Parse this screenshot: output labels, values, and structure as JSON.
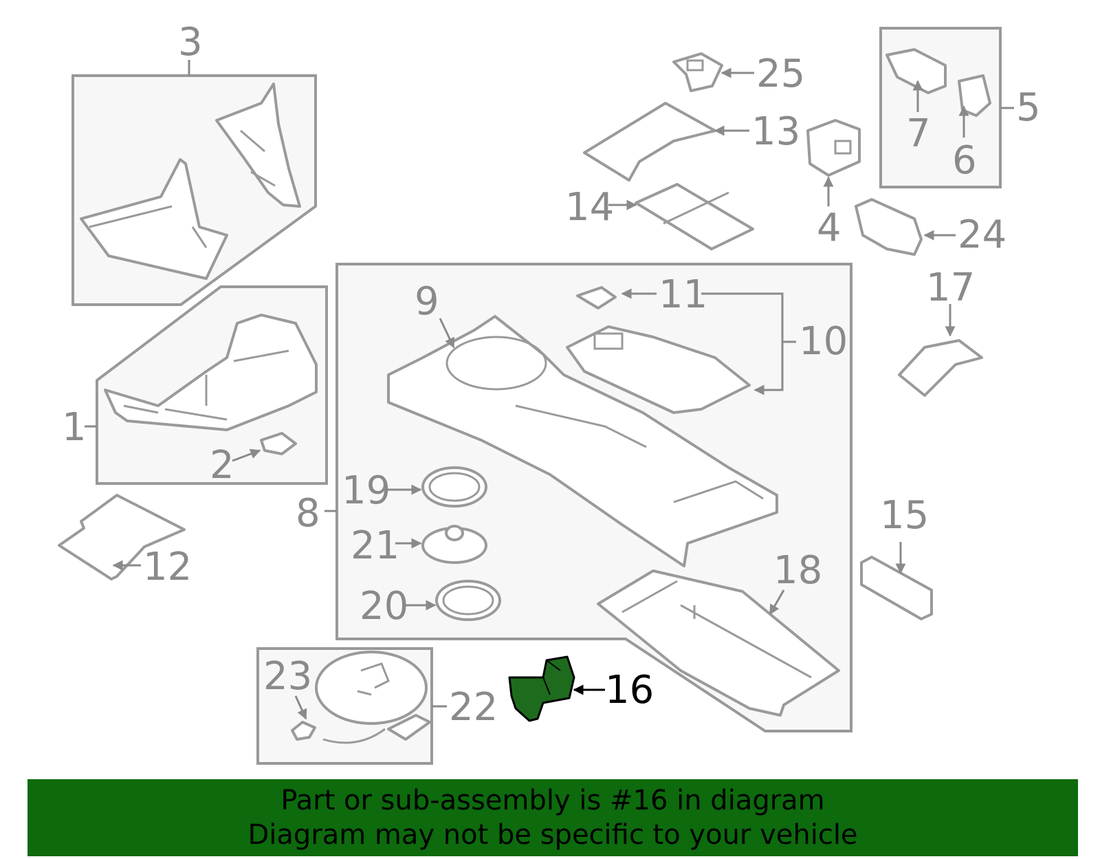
{
  "callouts": {
    "c1": "1",
    "c2": "2",
    "c3": "3",
    "c4": "4",
    "c5": "5",
    "c6": "6",
    "c7": "7",
    "c8": "8",
    "c9": "9",
    "c10": "10",
    "c11": "11",
    "c12": "12",
    "c13": "13",
    "c14": "14",
    "c15": "15",
    "c16": "16",
    "c17": "17",
    "c18": "18",
    "c19": "19",
    "c20": "20",
    "c21": "21",
    "c22": "22",
    "c23": "23",
    "c24": "24",
    "c25": "25"
  },
  "highlighted_part": "16",
  "colors": {
    "highlight": "#1e6b1e",
    "banner": "#0d6a0d",
    "line": "#9a9a9a"
  },
  "banner": {
    "line1": "Part or sub-assembly is #16 in diagram",
    "line2": "Diagram may not be specific to your vehicle"
  }
}
